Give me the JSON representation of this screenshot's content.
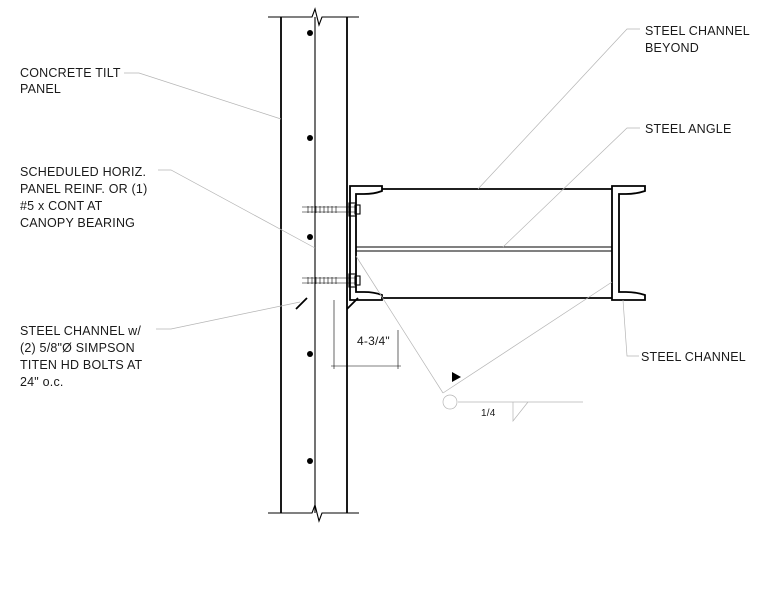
{
  "labels": {
    "concrete_panel": [
      "CONCRETE TILT",
      "PANEL"
    ],
    "horiz_reinf": [
      "SCHEDULED HORIZ.",
      "PANEL REINF. OR (1)",
      "#5 x CONT AT",
      "CANOPY BEARING"
    ],
    "channel_bolts": [
      "STEEL CHANNEL w/",
      "(2) 5/8\"Ø SIMPSON",
      "TITEN HD BOLTS AT",
      "24\" o.c."
    ],
    "channel_beyond": [
      "STEEL CHANNEL",
      "BEYOND"
    ],
    "steel_angle": "STEEL ANGLE",
    "steel_channel": "STEEL CHANNEL"
  },
  "dimension": "4-3/4\"",
  "weld_size": "1/4",
  "colors": {
    "line": "#000000",
    "leader": "#b5b5b5",
    "text": "#1a1a1a"
  }
}
